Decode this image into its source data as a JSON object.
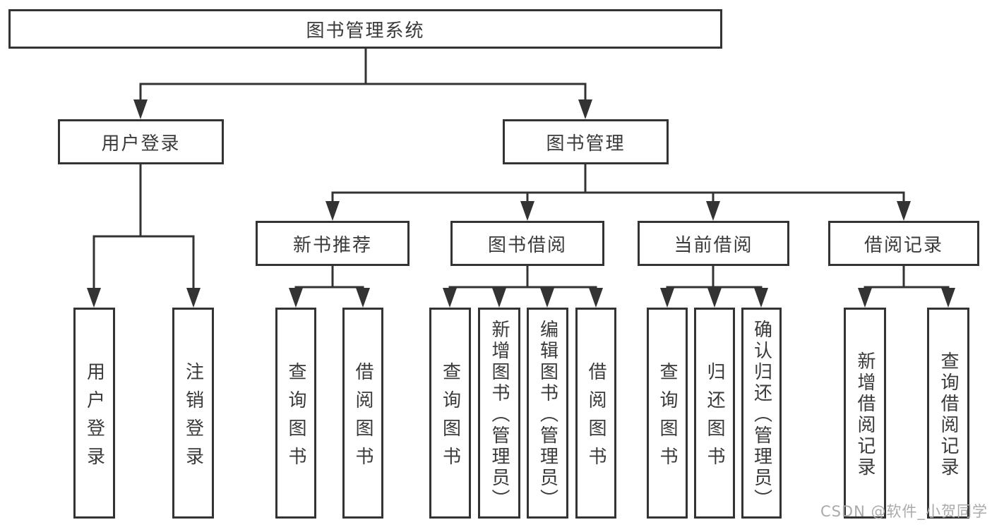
{
  "colors": {
    "line": "#333333",
    "box_border": "#333333",
    "text": "#3a3a3a",
    "background": "#ffffff",
    "watermark": "#aaaaaa"
  },
  "watermark": {
    "text": "CSDN @软件_小贺同学"
  },
  "tree": {
    "root": {
      "label": "图书管理系统"
    },
    "branches": [
      {
        "label": "用户登录",
        "children": [
          {
            "label": "用户登录"
          },
          {
            "label": "注销登录"
          }
        ]
      },
      {
        "label": "图书管理",
        "groups": [
          {
            "label": "新书推荐",
            "children": [
              {
                "label": "查询图书"
              },
              {
                "label": "借阅图书"
              }
            ]
          },
          {
            "label": "图书借阅",
            "children": [
              {
                "label": "查询图书"
              },
              {
                "label": "新增图书（管理员）"
              },
              {
                "label": "编辑图书（管理员）"
              },
              {
                "label": "借阅图书"
              }
            ]
          },
          {
            "label": "当前借阅",
            "children": [
              {
                "label": "查询图书"
              },
              {
                "label": "归还图书"
              },
              {
                "label": "确认归还（管理员）"
              }
            ]
          },
          {
            "label": "借阅记录",
            "children": [
              {
                "label": "新增借阅记录"
              },
              {
                "label": "查询借阅记录"
              }
            ]
          }
        ]
      }
    ]
  }
}
